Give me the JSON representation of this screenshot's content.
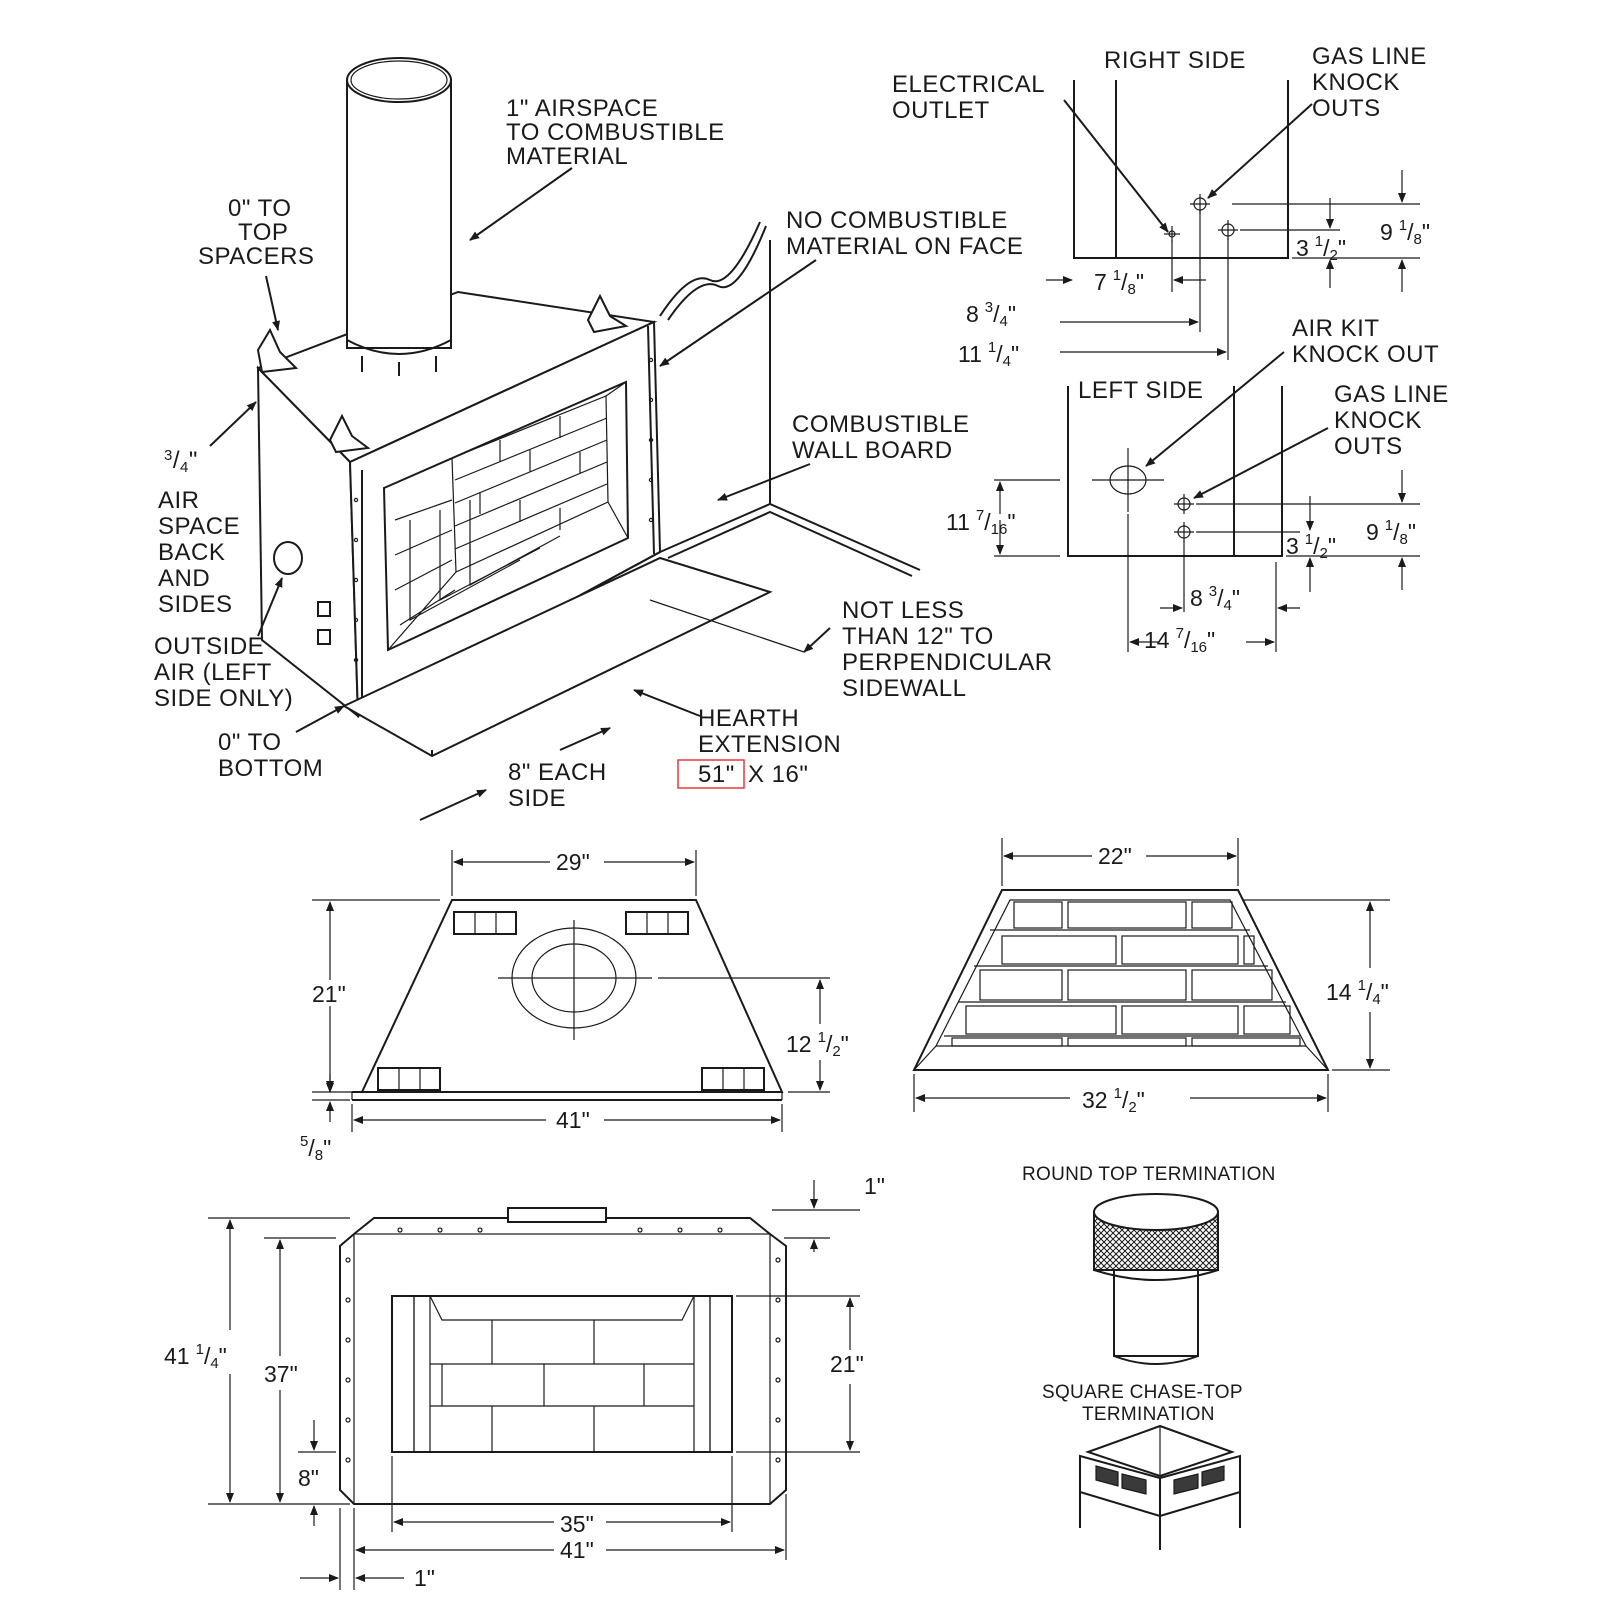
{
  "iso": {
    "airspace_combustible": [
      "1\" AIRSPACE",
      "TO COMBUSTIBLE",
      "MATERIAL"
    ],
    "top_spacers": [
      "0\" TO",
      "TOP",
      "SPACERS"
    ],
    "no_combustible_face": [
      "NO COMBUSTIBLE",
      "MATERIAL ON FACE"
    ],
    "combustible_wall": [
      "COMBUSTIBLE",
      "WALL BOARD"
    ],
    "air_space_back": [
      "AIR",
      "SPACE",
      "BACK",
      "AND",
      "SIDES"
    ],
    "air_space_frac": {
      "num": "3",
      "den": "4",
      "unit": "\""
    },
    "outside_air": [
      "OUTSIDE",
      "AIR (LEFT",
      "SIDE ONLY)"
    ],
    "zero_bottom": [
      "0\" TO",
      "BOTTOM"
    ],
    "each_side": [
      "8\" EACH",
      "SIDE"
    ],
    "hearth": [
      "HEARTH",
      "EXTENSION"
    ],
    "hearth_width": "51\"",
    "hearth_depth": "X 16\"",
    "sidewall": [
      "NOT LESS",
      "THAN 12\" TO",
      "PERPENDICULAR",
      "SIDEWALL"
    ]
  },
  "right_side": {
    "title": "RIGHT SIDE",
    "electrical": [
      "ELECTRICAL",
      "OUTLET"
    ],
    "gas_line": [
      "GAS LINE",
      "KNOCK",
      "OUTS"
    ],
    "d1": {
      "whole": "9",
      "num": "1",
      "den": "8"
    },
    "d2": {
      "whole": "3",
      "num": "1",
      "den": "2"
    },
    "d3": {
      "whole": "7",
      "num": "1",
      "den": "8"
    },
    "d4": {
      "whole": "8",
      "num": "3",
      "den": "4"
    },
    "d5": {
      "whole": "11",
      "num": "1",
      "den": "4"
    }
  },
  "left_side": {
    "title": "LEFT SIDE",
    "air_kit": [
      "AIR KIT",
      "KNOCK OUT"
    ],
    "gas_line": [
      "GAS LINE",
      "KNOCK",
      "OUTS"
    ],
    "d1": {
      "whole": "11",
      "num": "7",
      "den": "16"
    },
    "d2": {
      "whole": "3",
      "num": "1",
      "den": "2"
    },
    "d3": {
      "whole": "9",
      "num": "1",
      "den": "8"
    },
    "d4": {
      "whole": "8",
      "num": "3",
      "den": "4"
    },
    "d5": {
      "whole": "14",
      "num": "7",
      "den": "16"
    }
  },
  "top_view": {
    "w_top": "29\"",
    "depth": "21\"",
    "flue": {
      "whole": "12",
      "num": "1",
      "den": "2"
    },
    "w_bottom": "41\"",
    "lip": {
      "num": "5",
      "den": "8"
    }
  },
  "firebox_view": {
    "w_top": "22\"",
    "height": {
      "whole": "14",
      "num": "1",
      "den": "4"
    },
    "w_bottom": {
      "whole": "32",
      "num": "1",
      "den": "2"
    }
  },
  "front_view": {
    "total_h": {
      "whole": "41",
      "num": "1",
      "den": "4"
    },
    "h37": "37\"",
    "h8": "8\"",
    "top1": "1\"",
    "open_h": "21\"",
    "open_w": "35\"",
    "total_w": "41\"",
    "side1": "1\""
  },
  "terminations": {
    "round": "ROUND TOP TERMINATION",
    "square": [
      "SQUARE CHASE-TOP",
      "TERMINATION"
    ]
  }
}
